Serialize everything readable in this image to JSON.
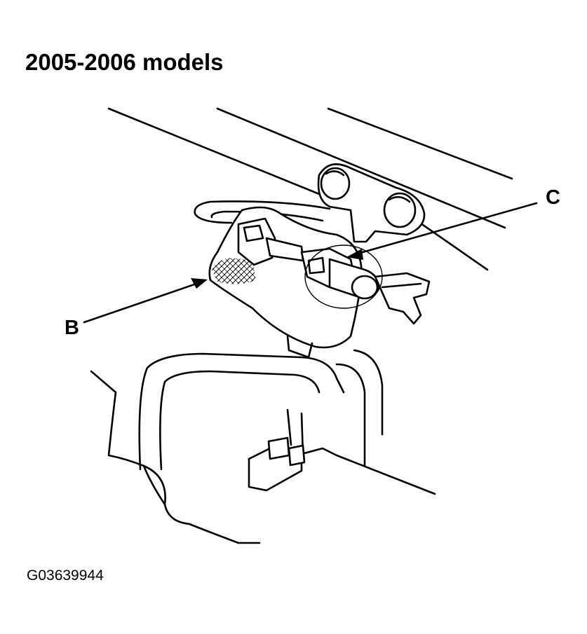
{
  "title": "2005-2006 models",
  "figure_id": "G03639944",
  "callouts": {
    "b": "B",
    "c": "C"
  },
  "colors": {
    "ink": "#000000",
    "paper": "#ffffff"
  }
}
